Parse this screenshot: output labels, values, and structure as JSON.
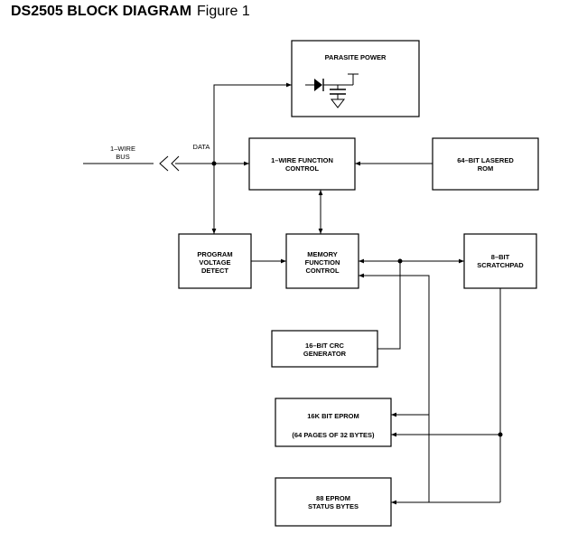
{
  "header": {
    "title": "DS2505 BLOCK DIAGRAM",
    "figure": "Figure 1"
  },
  "blocks": {
    "parasite_power": "PARASITE POWER",
    "function_control_1": "1–WIRE FUNCTION",
    "function_control_2": "CONTROL",
    "rom_1": "64–BIT LASERED",
    "rom_2": "ROM",
    "pvd_1": "PROGRAM",
    "pvd_2": "VOLTAGE",
    "pvd_3": "DETECT",
    "mfc_1": "MEMORY",
    "mfc_2": "FUNCTION",
    "mfc_3": "CONTROL",
    "scratch_1": "8–BIT",
    "scratch_2": "SCRATCHPAD",
    "crc_1": "16–BIT CRC",
    "crc_2": "GENERATOR",
    "eprom_1": "16K BIT EPROM",
    "eprom_2": "(64 PAGES OF 32 BYTES)",
    "status_1": "88 EPROM",
    "status_2": "STATUS BYTES"
  },
  "signals": {
    "bus_1": "1–WIRE",
    "bus_2": "BUS",
    "data": "DATA"
  }
}
